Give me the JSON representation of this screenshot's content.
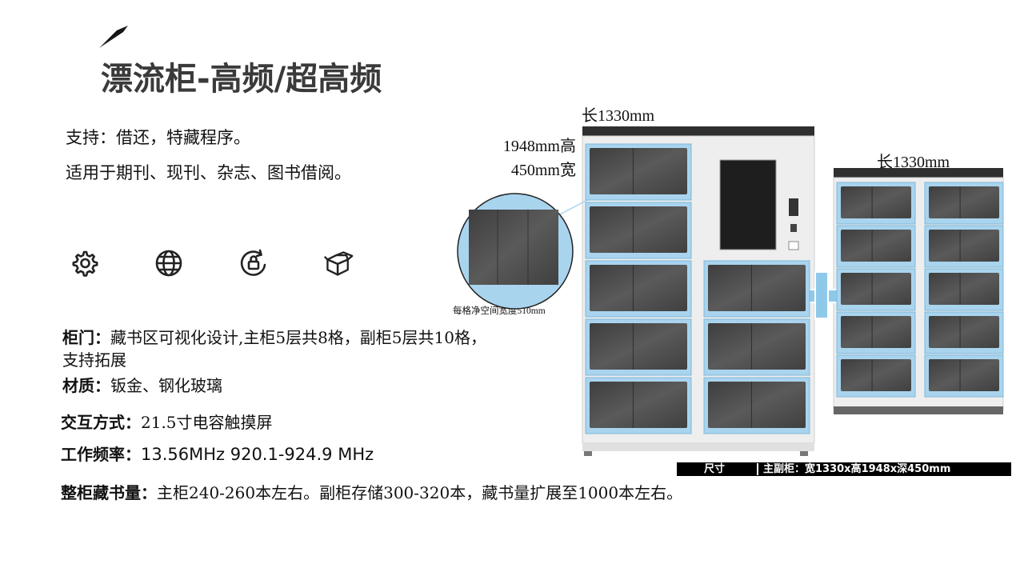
{
  "title": "漂流柜-高频/超高频",
  "intro": [
    "支持：借还，特藏程序。",
    "适用于期刊、现刊、杂志、图书借阅。"
  ],
  "feature_icons": [
    "gear-icon",
    "globe-icon",
    "rotate-lock-icon",
    "open-box-icon"
  ],
  "specs": {
    "door_label": "柜门：",
    "door_value_line1": "藏书区可视化设计,主柜5层共8格，副柜5层共10格，",
    "door_value_line2": "支持拓展",
    "material_label": "材质：",
    "material_value": "钣金、钢化玻璃",
    "interaction_label": "交互方式：",
    "interaction_value": "21.5寸电容触摸屏",
    "frequency_label": "工作频率：",
    "frequency_value": "13.56MHz 920.1-924.9 MHz",
    "capacity_label": "整柜藏书量：",
    "capacity_value": "主柜240-260本左右。副柜存储300-320本，藏书量扩展至1000本左右。"
  },
  "image": {
    "main_length": "长1330mm",
    "height_line": "1948mm高",
    "width_line": "450mm宽",
    "compartment_note": "每格净空间宽度510mm",
    "side_length": "长1330mm"
  },
  "size_bar": {
    "label": "尺寸",
    "value": "主副柜：宽1330x高1948x深450mm"
  },
  "colors": {
    "accent_blue": "#a9d4ee",
    "glass": "#4a4a4a",
    "title_gray": "#3a3a3a"
  }
}
